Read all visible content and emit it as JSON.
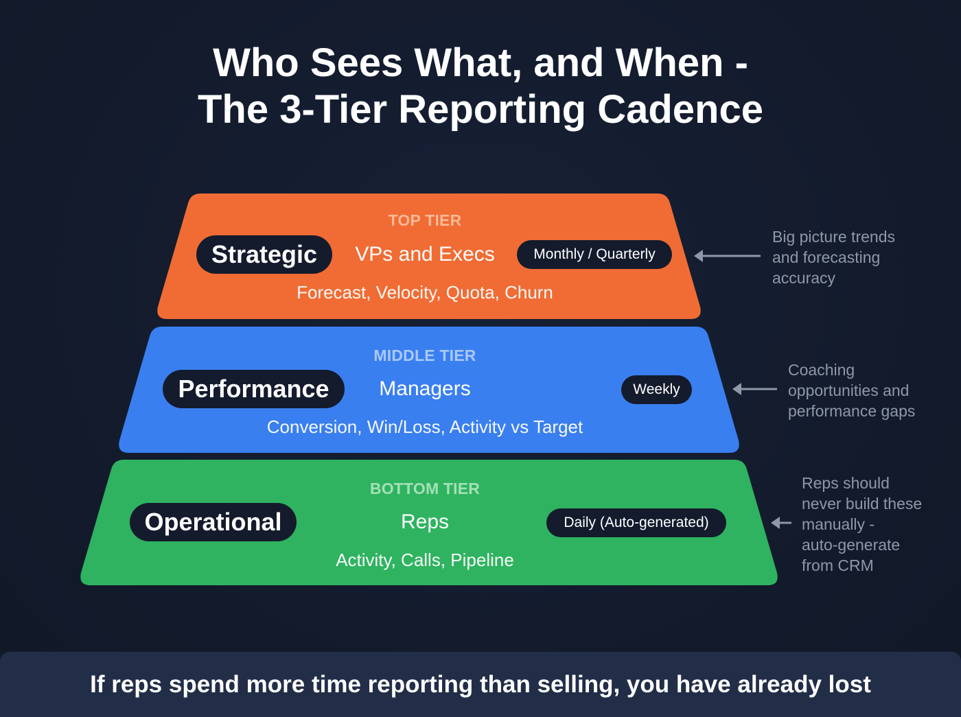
{
  "title": {
    "line1": "Who Sees What, and When -",
    "line2": "The 3-Tier Reporting Cadence"
  },
  "colors": {
    "background": "#141b2d",
    "top_tier": "#f06c34",
    "middle_tier": "#3a7ff0",
    "bottom_tier": "#2fb360",
    "pill": "#141b2d",
    "note_text": "#8f98a8",
    "footer": "#222e48"
  },
  "tiers": [
    {
      "level": "TOP TIER",
      "name": "Strategic",
      "audience": "VPs and Execs",
      "cadence": "Monthly / Quarterly",
      "metrics": "Forecast, Velocity, Quota, Churn",
      "note": [
        "Big picture trends",
        "and forecasting",
        "accuracy"
      ]
    },
    {
      "level": "MIDDLE TIER",
      "name": "Performance",
      "audience": "Managers",
      "cadence": "Weekly",
      "metrics": "Conversion, Win/Loss, Activity vs Target",
      "note": [
        "Coaching",
        "opportunities and",
        "performance gaps"
      ]
    },
    {
      "level": "BOTTOM TIER",
      "name": "Operational",
      "audience": "Reps",
      "cadence": "Daily (Auto-generated)",
      "metrics": "Activity, Calls, Pipeline",
      "note": [
        "Reps should",
        "never build these",
        "manually -",
        "auto-generate",
        "from CRM"
      ]
    }
  ],
  "footer": {
    "text": "If reps spend more time reporting than selling, you have already lost"
  },
  "icons": {
    "arrow": "arrow-left-icon"
  }
}
